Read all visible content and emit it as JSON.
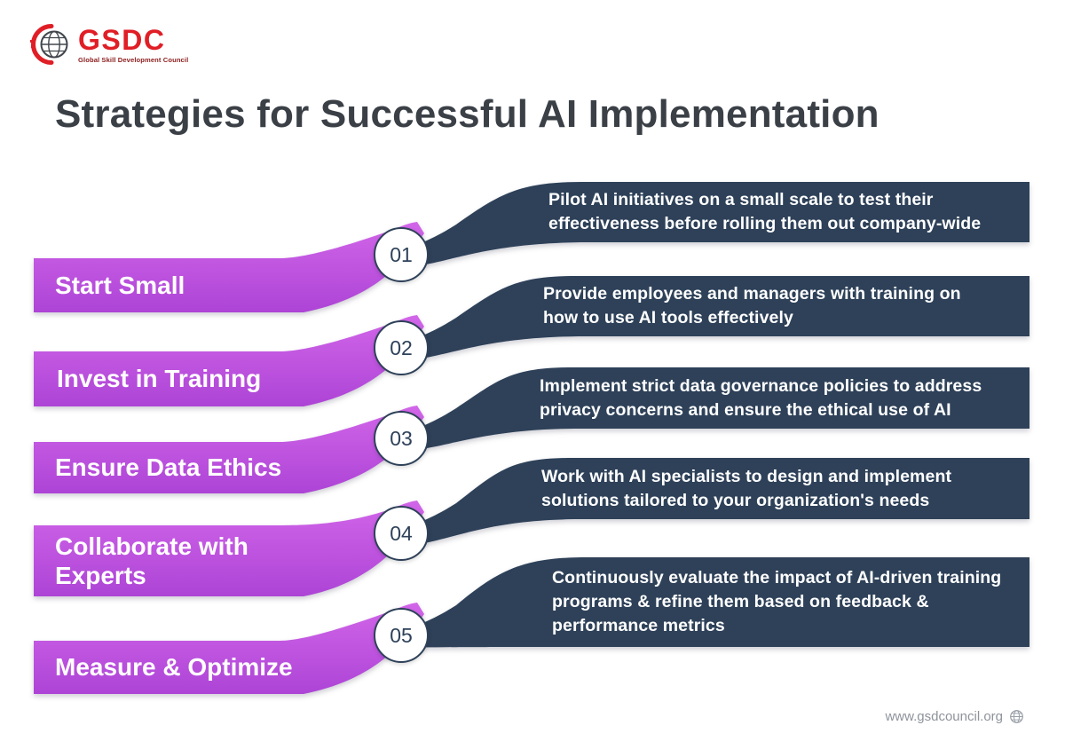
{
  "header": {
    "logo": {
      "brand": "GSDC",
      "tagline": "Global Skill Development Council"
    },
    "title": "Strategies for Successful AI Implementation"
  },
  "rows": [
    {
      "number": "01",
      "label": "Start Small",
      "desc": "Pilot AI initiatives on a small scale to test their\neffectiveness before rolling them out company-wide"
    },
    {
      "number": "02",
      "label": "Invest in Training",
      "desc": "Provide employees and managers with training on\nhow to use AI tools effectively"
    },
    {
      "number": "03",
      "label": "Ensure Data Ethics",
      "desc": "Implement strict data governance policies to address\nprivacy concerns and ensure the ethical use of AI"
    },
    {
      "number": "04",
      "label": "Collaborate with\nExperts",
      "desc": "Work with AI specialists to design and implement\nsolutions tailored to your organization's needs"
    },
    {
      "number": "05",
      "label": "Measure & Optimize",
      "desc": "Continuously evaluate the impact of AI-driven training\nprograms & refine them based on feedback &\nperformance metrics"
    }
  ],
  "footer": {
    "website": "www.gsdcouncil.org"
  },
  "colors": {
    "purple_light": "#d266e9",
    "purple_dark": "#ad44d6",
    "navy": "#2e4159",
    "title": "#3b4047",
    "brand_red": "#e01e26",
    "footer_text": "#8e939b"
  }
}
